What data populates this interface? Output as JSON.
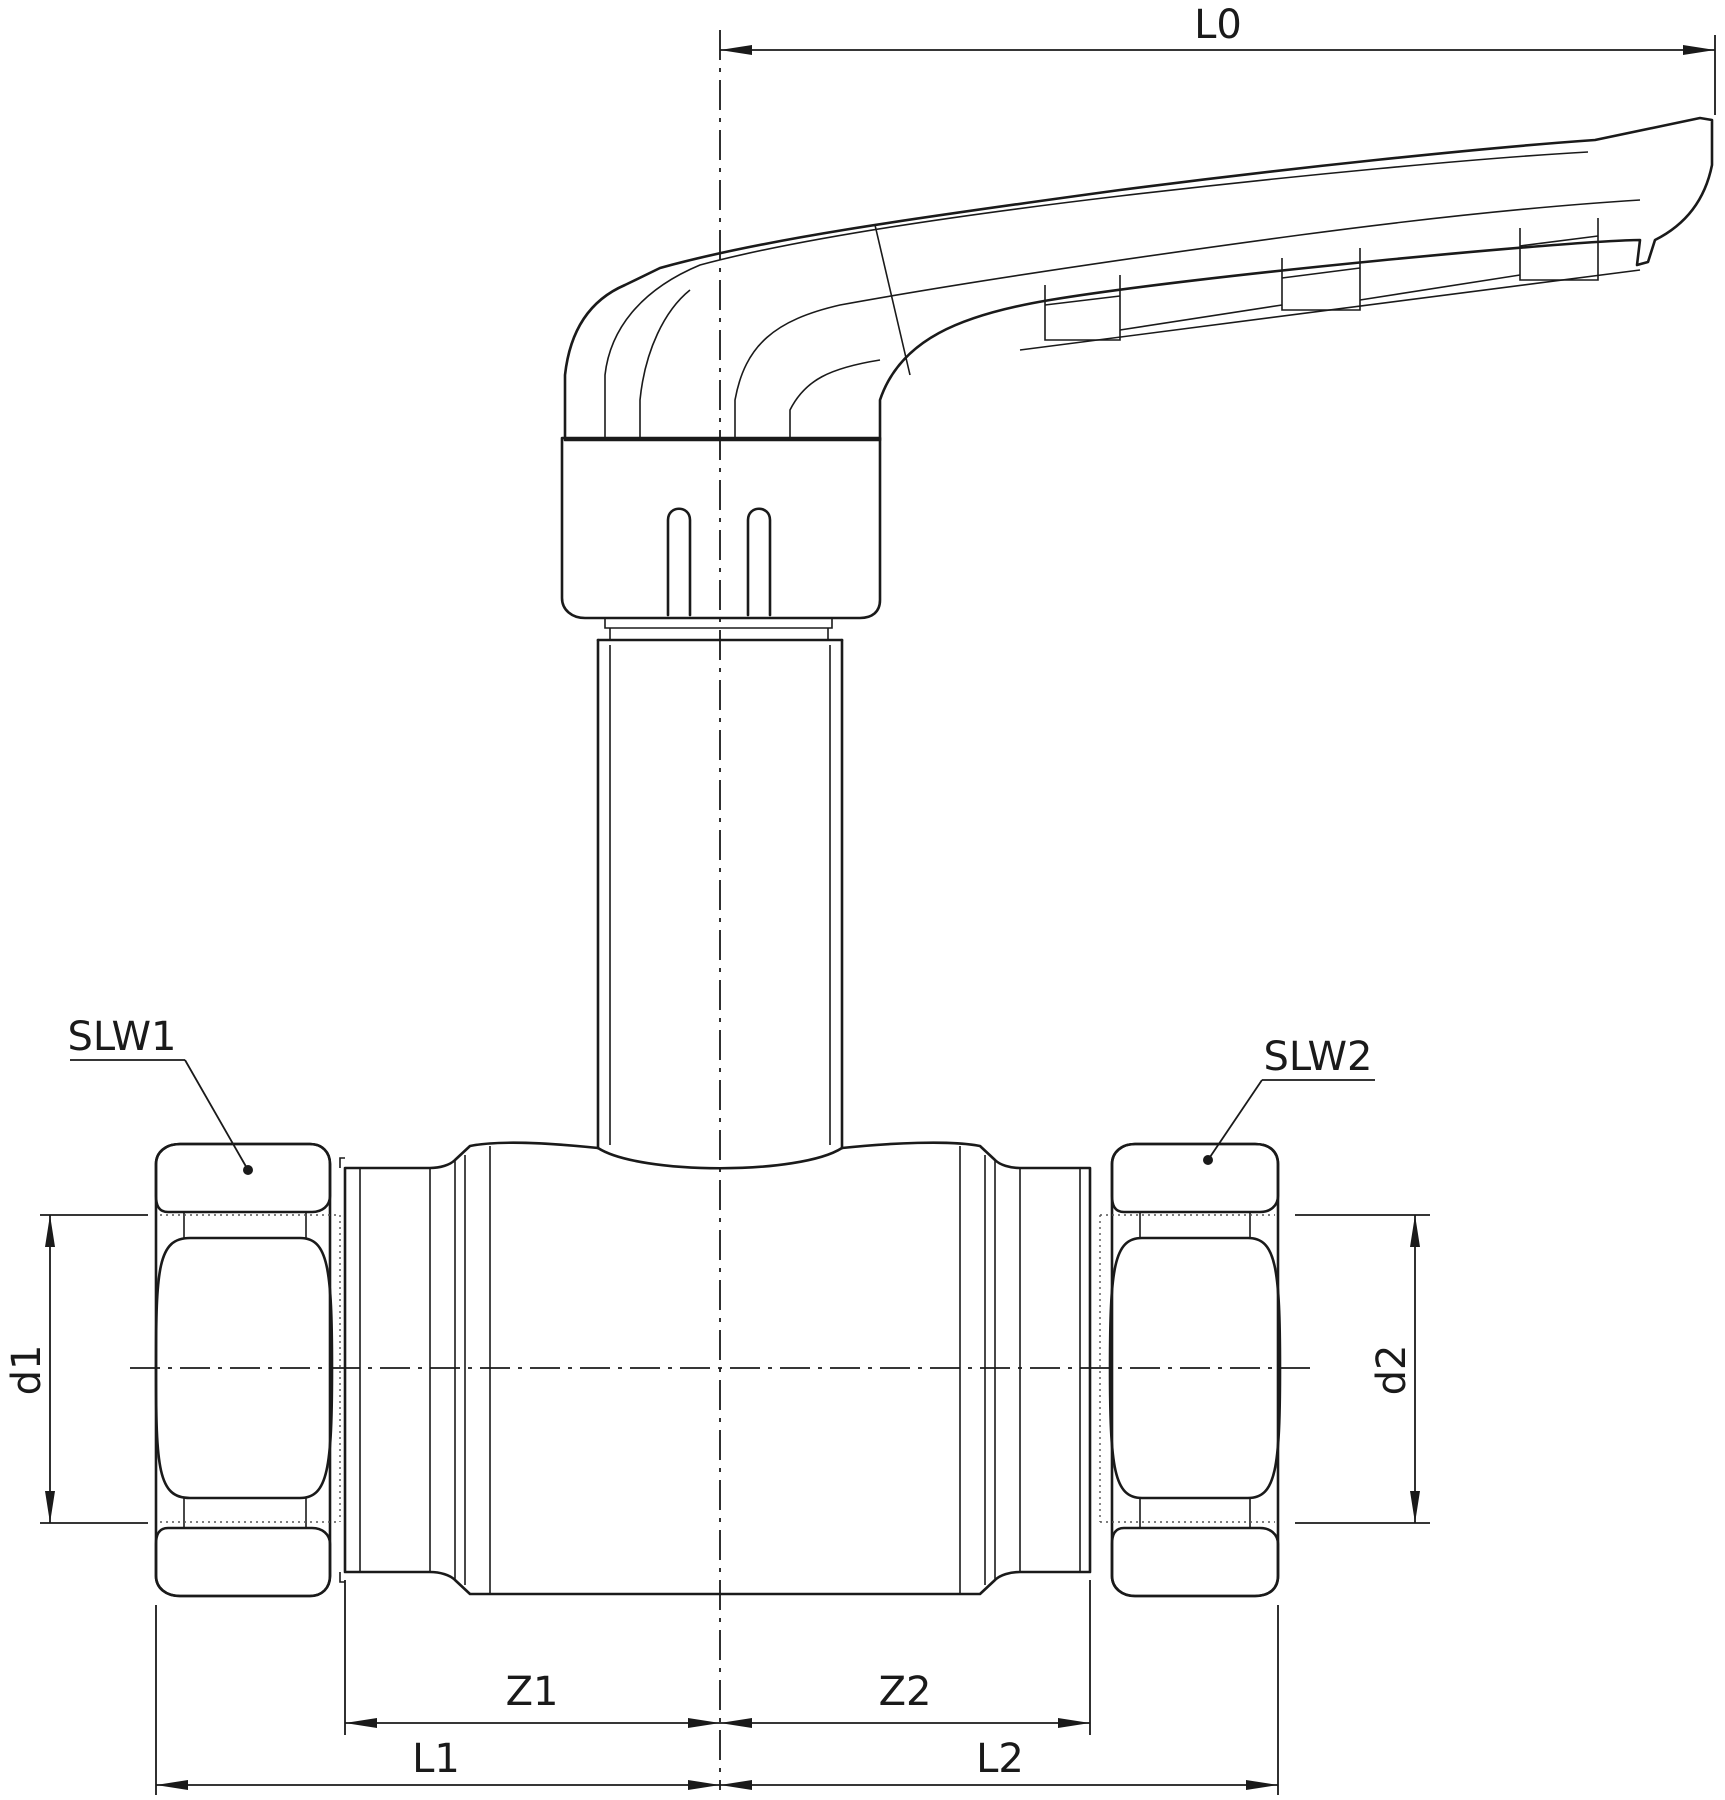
{
  "dimensions": {
    "L0": "L0",
    "L1": "L1",
    "L2": "L2",
    "Z1": "Z1",
    "Z2": "Z2",
    "d1": "d1",
    "d2": "d2"
  },
  "callouts": {
    "SLW1": "SLW1",
    "SLW2": "SLW2"
  }
}
